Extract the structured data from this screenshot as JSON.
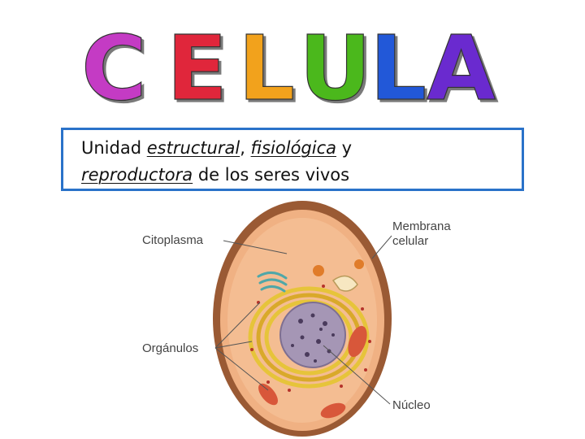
{
  "title": "CELULA",
  "title_letters": [
    {
      "char": "C",
      "color": "#c43ac4"
    },
    {
      "char": "E",
      "color": "#e0283a"
    },
    {
      "char": "L",
      "color": "#f2a21c"
    },
    {
      "char": "U",
      "color": "#4cb81c"
    },
    {
      "char": "L",
      "color": "#2458d8"
    },
    {
      "char": "A",
      "color": "#6a2ccf"
    }
  ],
  "definition": {
    "line1_word1": "Unidad ",
    "line1_word2": "estructural",
    "line1_sep": ", ",
    "line1_word3": "fisiológica",
    "line1_end": " y",
    "line2_word1": "reproductora",
    "line2_end": " de los seres vivos"
  },
  "labels": {
    "citoplasma": "Citoplasma",
    "membrana_1": "Membrana",
    "membrana_2": "celular",
    "organulos": "Orgánulos",
    "nucleo": "Núcleo"
  },
  "colors": {
    "membrane": "#9a5a34",
    "cytoplasm": "#f0b183",
    "nucleus": "#a596b5",
    "er": "#e6c43a",
    "box_border": "#2a72c9"
  }
}
